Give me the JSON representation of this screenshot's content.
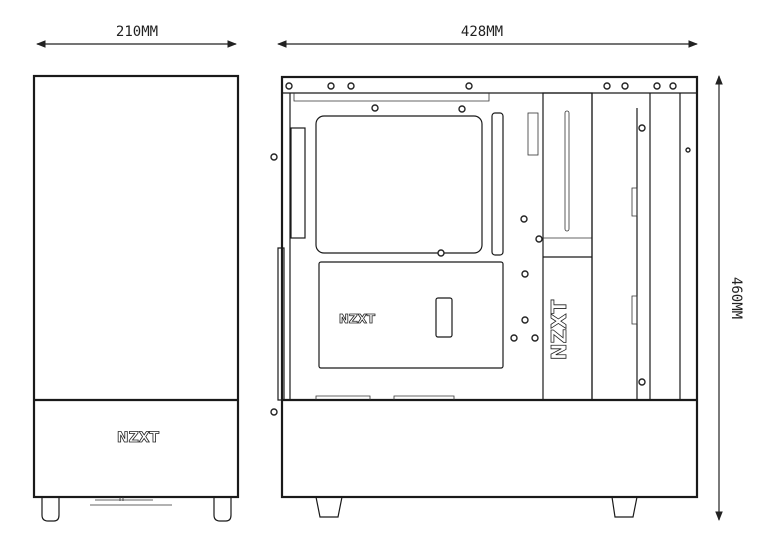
{
  "dimensions": {
    "width": "210MM",
    "depth": "428MM",
    "height": "460MM"
  },
  "logos": {
    "front_logo": "NZXT",
    "tray_logo": "NZXT",
    "shroud_logo": "NZXT"
  },
  "views": [
    "front",
    "side"
  ]
}
